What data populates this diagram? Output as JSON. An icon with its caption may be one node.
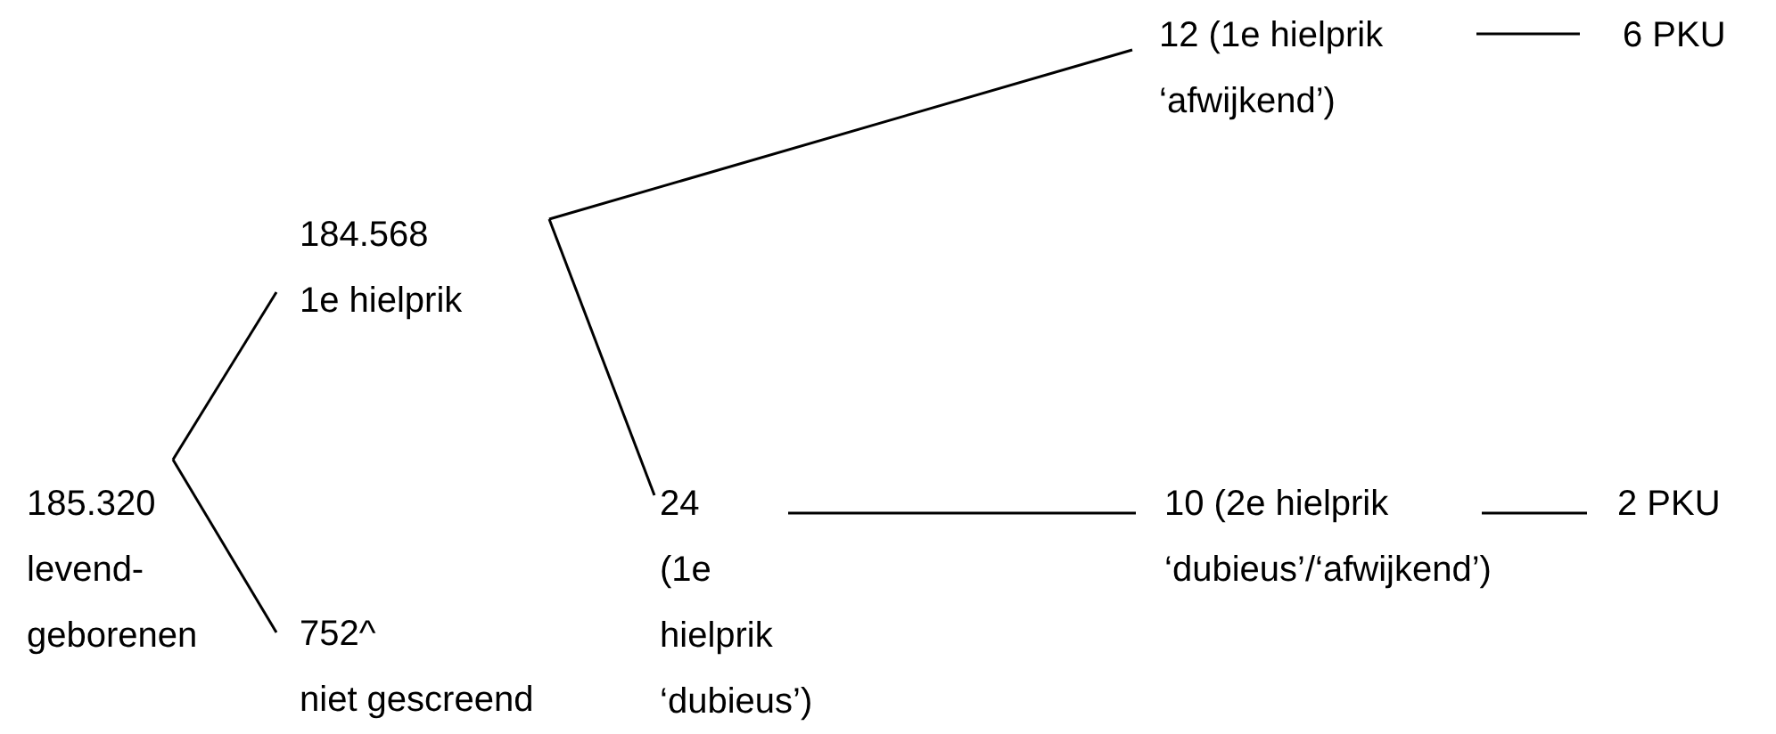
{
  "diagram": {
    "nodes": [
      {
        "text": [
          "185.320",
          "levend- geborenen"
        ]
      },
      {
        "text": [
          "184.568",
          "1e hielprik"
        ]
      },
      {
        "text": [
          "752^",
          "niet gescreend"
        ]
      },
      {
        "text": [
          "12 (1e hielprik ‘afwijkend’)"
        ]
      },
      {
        "text": [
          "24",
          "(1e hielprik ‘dubieus’)"
        ]
      },
      {
        "text": [
          "6 PKU"
        ]
      },
      {
        "text": [
          "10 (2e hielprik ‘dubieus’/‘afwijkend’)"
        ]
      },
      {
        "text": [
          "2 PKU"
        ]
      }
    ],
    "edges": [
      {
        "from": 0,
        "to": 1,
        "arrow": "none"
      },
      {
        "from": 0,
        "to": 2,
        "arrow": "none"
      },
      {
        "from": 1,
        "to": 3,
        "arrow": "none"
      },
      {
        "from": 1,
        "to": 4,
        "arrow": "none"
      },
      {
        "from": 3,
        "to": 5,
        "arrow": "none"
      },
      {
        "from": 4,
        "to": 6,
        "arrow": "none"
      },
      {
        "from": 6,
        "to": 7,
        "arrow": "none"
      }
    ]
  }
}
